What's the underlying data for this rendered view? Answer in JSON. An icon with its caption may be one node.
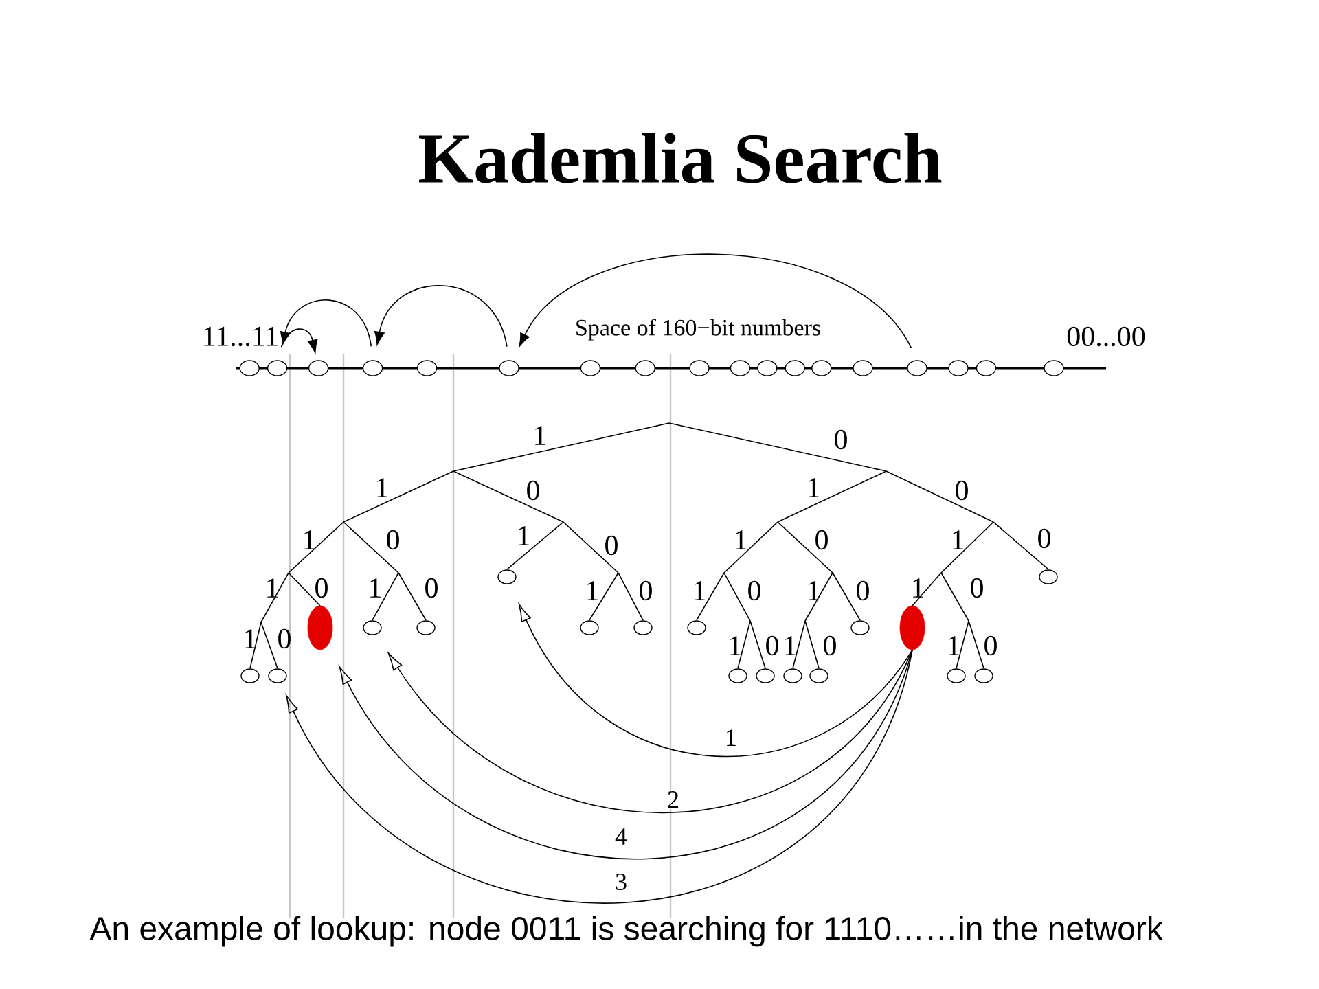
{
  "diagram": {
    "title": "Kademlia Search",
    "caption": "An example of lookup: node 0011 is searching for 1110……in the network",
    "nodes": [
      {
        "text": [],
        "shape": "circle"
      },
      {
        "text": [],
        "shape": "circle"
      },
      {
        "text": [],
        "shape": "circle"
      },
      {
        "text": [],
        "shape": "circle"
      },
      {
        "text": [],
        "shape": "circle"
      },
      {
        "text": [],
        "shape": "circle"
      },
      {
        "text": [],
        "shape": "circle"
      },
      {
        "text": [],
        "shape": "circle"
      },
      {
        "text": [],
        "shape": "circle"
      },
      {
        "text": [],
        "shape": "circle"
      },
      {
        "text": [],
        "shape": "circle"
      },
      {
        "text": [],
        "shape": "circle"
      },
      {
        "text": [],
        "shape": "circle"
      },
      {
        "text": [],
        "shape": "circle"
      },
      {
        "text": [],
        "shape": "circle"
      },
      {
        "text": [],
        "shape": "circle"
      },
      {
        "text": [],
        "shape": "circle"
      },
      {
        "text": [],
        "shape": "circle"
      },
      {
        "text": [],
        "shape": "circle"
      },
      {
        "text": [],
        "shape": "circle"
      },
      {
        "text": [],
        "shape": "ellipse"
      },
      {
        "text": [],
        "shape": "circle"
      },
      {
        "text": [],
        "shape": "circle"
      },
      {
        "text": [],
        "shape": "circle"
      },
      {
        "text": [],
        "shape": "circle"
      },
      {
        "text": [],
        "shape": "circle"
      },
      {
        "text": [],
        "shape": "circle"
      },
      {
        "text": [],
        "shape": "circle"
      },
      {
        "text": [],
        "shape": "circle"
      },
      {
        "text": [],
        "shape": "circle"
      },
      {
        "text": [],
        "shape": "circle"
      },
      {
        "text": [],
        "shape": "circle"
      },
      {
        "text": [],
        "shape": "ellipse"
      },
      {
        "text": [],
        "shape": "circle"
      },
      {
        "text": [],
        "shape": "circle"
      },
      {
        "text": [],
        "shape": "circle"
      }
    ],
    "edges": [
      {
        "from": 14,
        "to": 5,
        "arrow": "to"
      },
      {
        "from": 5,
        "to": 3,
        "arrow": "to"
      },
      {
        "from": 3,
        "to": 1,
        "arrow": "to"
      },
      {
        "from": 1,
        "to": 2,
        "arrow": "to"
      },
      {
        "from": 32,
        "to": 23,
        "arrow": "to",
        "label": "1"
      },
      {
        "from": 32,
        "to": 21,
        "arrow": "to",
        "label": "2"
      },
      {
        "from": 32,
        "to": 20,
        "arrow": "to",
        "label": "4"
      },
      {
        "from": 32,
        "to": 19,
        "arrow": "to",
        "label": "3"
      }
    ],
    "labels": [
      "11...11",
      "Space of 160−bit numbers",
      "00...00",
      "1",
      "0",
      "1",
      "0",
      "1",
      "0",
      "1",
      "0",
      "1",
      "0",
      "1",
      "0",
      "1",
      "0",
      "1",
      "0",
      "1",
      "0",
      "1",
      "0",
      "1",
      "0",
      "1",
      "0",
      "1",
      "0",
      "1",
      "0",
      "1",
      "0",
      "1",
      "0",
      "1",
      "0"
    ]
  }
}
